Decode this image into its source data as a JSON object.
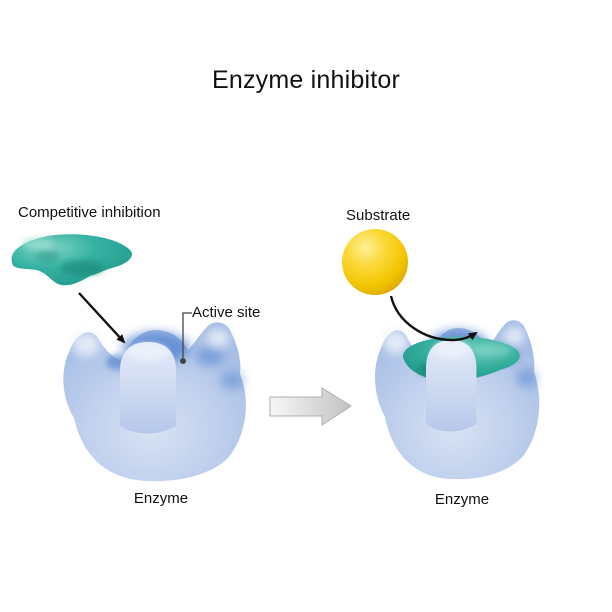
{
  "title": "Enzyme inhibitor",
  "labels": {
    "competitive_inhibition": "Competitive inhibition",
    "active_site": "Active site",
    "substrate": "Substrate",
    "enzyme_left": "Enzyme",
    "enzyme_right": "Enzyme"
  },
  "colors": {
    "background": "#ffffff",
    "text": "#111111",
    "enzyme_body": "#a9c1e6",
    "enzyme_shading": "#4a7ccc",
    "inhibitor_teal": "#2fae9e",
    "substrate_yellow": "#f2c400",
    "annotation_arrow": "#111111",
    "transition_arrow": "#c9c9c9",
    "leader_line": "#444444"
  }
}
